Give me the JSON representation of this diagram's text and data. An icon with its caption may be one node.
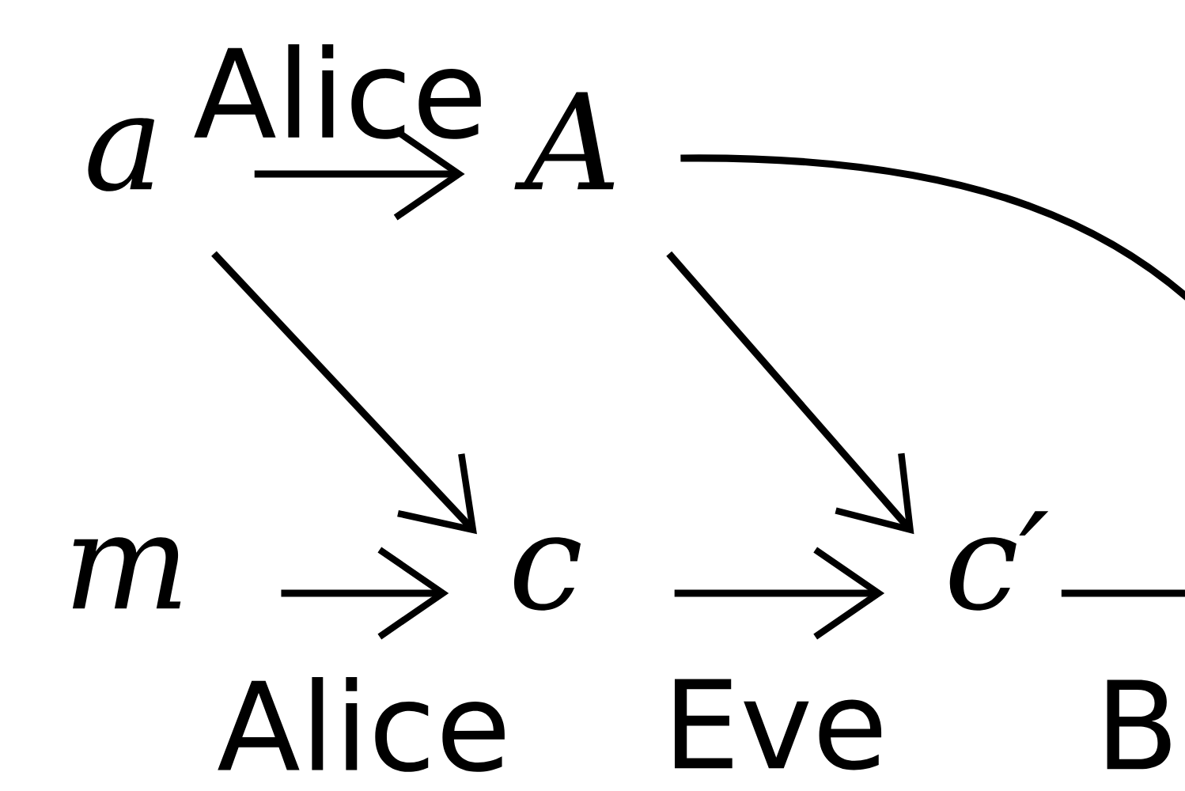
{
  "diagram": {
    "nodes": [
      {
        "text": [
          "a"
        ]
      },
      {
        "text": [
          "A"
        ]
      },
      {
        "text": [
          "m"
        ]
      },
      {
        "text": [
          "c"
        ]
      },
      {
        "text": [
          "c′"
        ]
      }
    ],
    "edges": [
      {
        "from": 0,
        "to": 1,
        "arrow": "to",
        "label": "Alice"
      },
      {
        "from": 0,
        "to": 3,
        "arrow": "to"
      },
      {
        "from": 1,
        "to": 4,
        "arrow": "to"
      },
      {
        "from": 1,
        "to": null,
        "arrow": "none"
      },
      {
        "from": 2,
        "to": 3,
        "arrow": "to",
        "label": "Alice"
      },
      {
        "from": 3,
        "to": 4,
        "arrow": "to",
        "label": "Eve"
      },
      {
        "from": 4,
        "to": null,
        "arrow": "none",
        "label": "B"
      }
    ]
  }
}
